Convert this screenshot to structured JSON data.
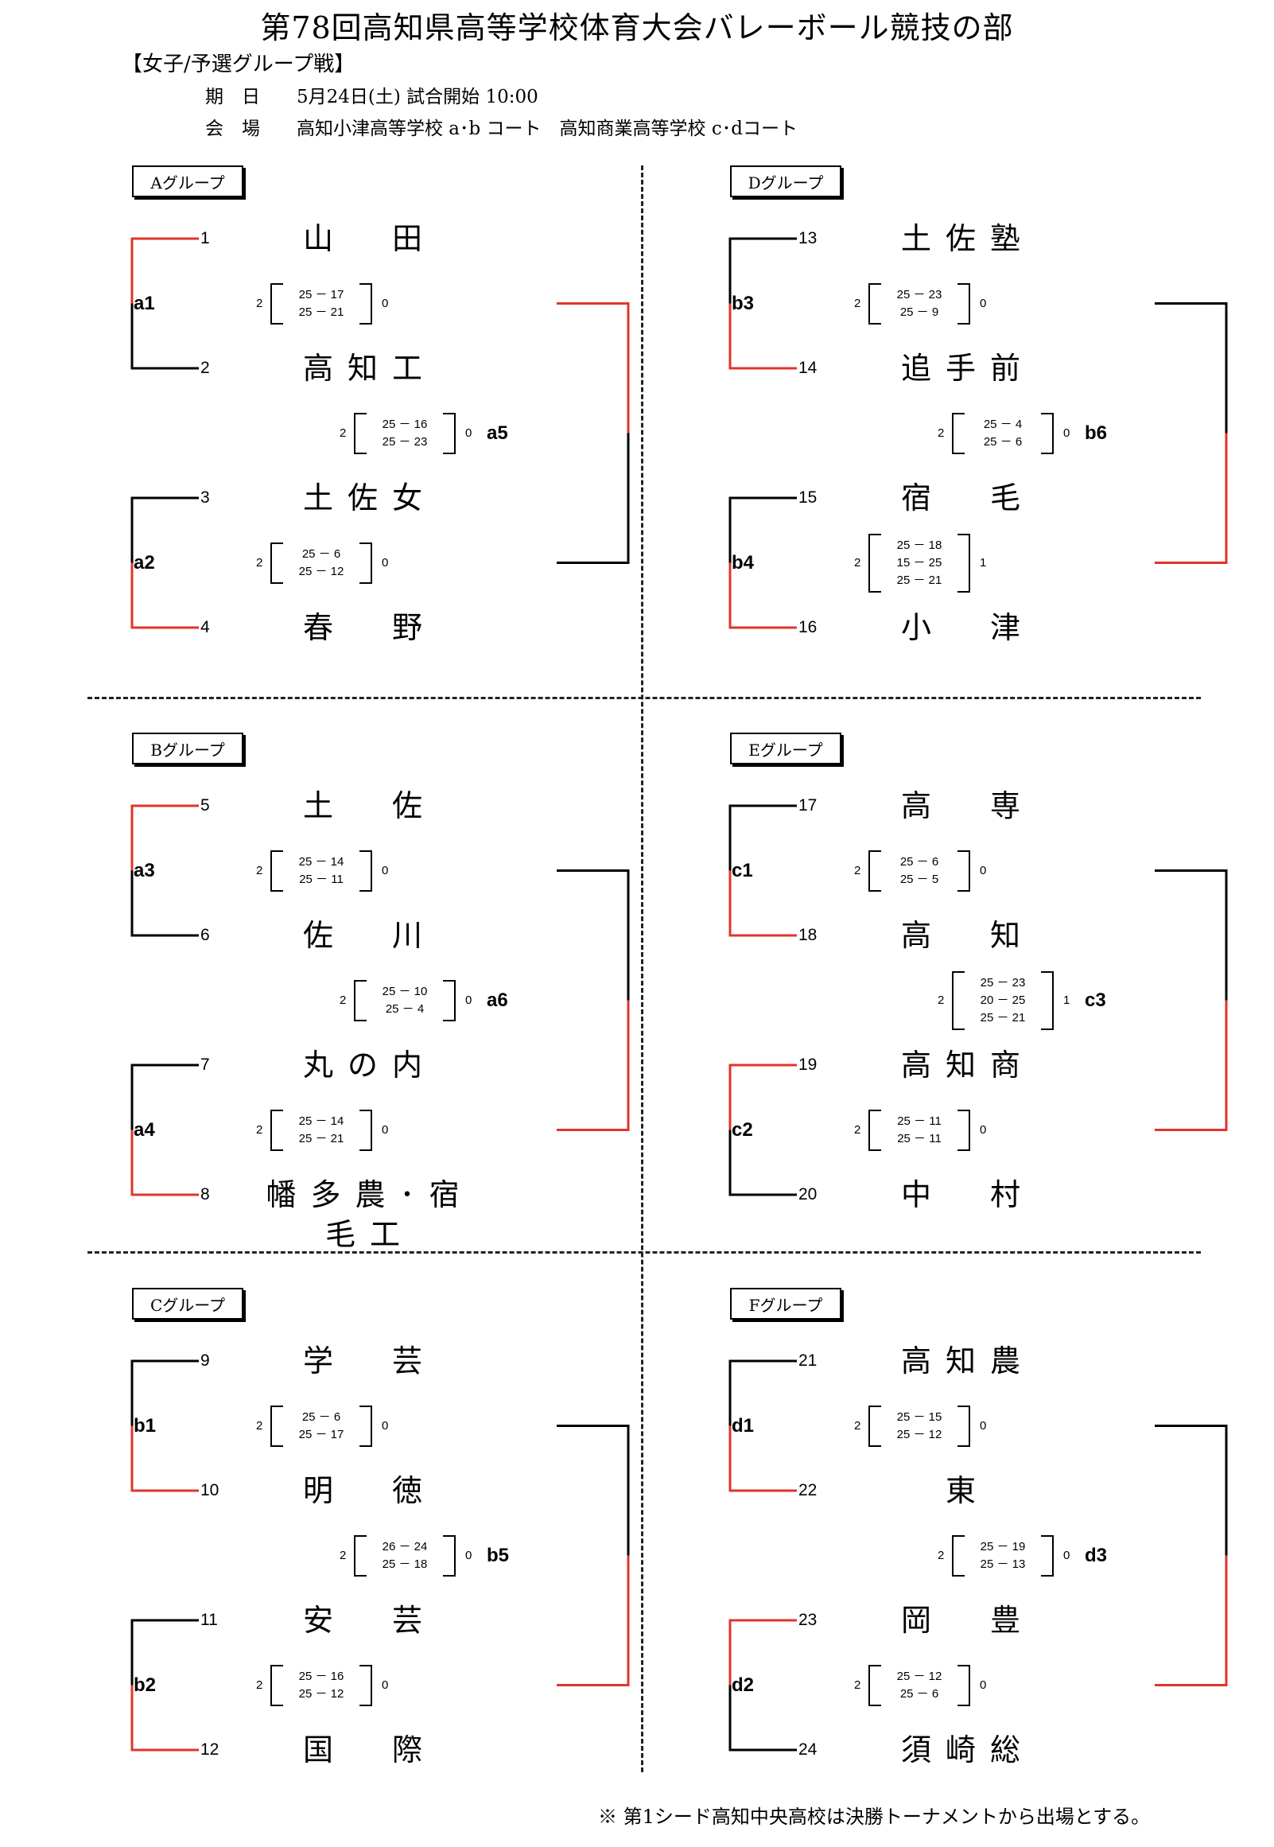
{
  "title": "第78回高知県高等学校体育大会バレーボール競技の部",
  "subtitle": "【女子/予選グループ戦】",
  "date_line": "期　日　　5月24日(土) 試合開始 10:00",
  "venue_line": "会　場　　高知小津高等学校 a･b コート　高知商業高等学校 c･dコート",
  "footnote": "※ 第1シード高知中央高校は決勝トーナメントから出場とする。",
  "colors": {
    "winner_line": "#e0352b",
    "line": "#000000"
  },
  "groups": [
    {
      "label": "Aグループ",
      "teams": [
        {
          "num": "1",
          "name": "山　田"
        },
        {
          "num": "2",
          "name": "高知工"
        },
        {
          "num": "3",
          "name": "土佐女"
        },
        {
          "num": "4",
          "name": "春　野"
        }
      ],
      "matches": {
        "m1": {
          "label": "a1",
          "sets": [
            "25 － 17",
            "25 － 21"
          ],
          "left": "2",
          "right": "0",
          "winner": "top"
        },
        "m2": {
          "label": "a2",
          "sets": [
            "25 － 6",
            "25 － 12"
          ],
          "left": "2",
          "right": "0",
          "winner": "bottom"
        },
        "m3": {
          "label": "a5",
          "sets": [
            "25 － 16",
            "25 － 23"
          ],
          "left": "2",
          "right": "0",
          "winner": "top"
        }
      }
    },
    {
      "label": "Dグループ",
      "teams": [
        {
          "num": "13",
          "name": "土佐塾"
        },
        {
          "num": "14",
          "name": "追手前"
        },
        {
          "num": "15",
          "name": "宿　毛"
        },
        {
          "num": "16",
          "name": "小　津"
        }
      ],
      "matches": {
        "m1": {
          "label": "b3",
          "sets": [
            "25 － 23",
            "25 － 9"
          ],
          "left": "2",
          "right": "0",
          "winner": "bottom"
        },
        "m2": {
          "label": "b4",
          "sets": [
            "25 － 18",
            "15 － 25",
            "25 － 21"
          ],
          "left": "2",
          "right": "1",
          "winner": "bottom"
        },
        "m3": {
          "label": "b6",
          "sets": [
            "25 － 4",
            "25 － 6"
          ],
          "left": "2",
          "right": "0",
          "winner": "bottom"
        }
      }
    },
    {
      "label": "Bグループ",
      "teams": [
        {
          "num": "5",
          "name": "土　佐"
        },
        {
          "num": "6",
          "name": "佐　川"
        },
        {
          "num": "7",
          "name": "丸の内"
        },
        {
          "num": "8",
          "name": "幡多農･宿毛工"
        }
      ],
      "matches": {
        "m1": {
          "label": "a3",
          "sets": [
            "25 － 14",
            "25 － 11"
          ],
          "left": "2",
          "right": "0",
          "winner": "top"
        },
        "m2": {
          "label": "a4",
          "sets": [
            "25 － 14",
            "25 － 21"
          ],
          "left": "2",
          "right": "0",
          "winner": "bottom"
        },
        "m3": {
          "label": "a6",
          "sets": [
            "25 － 10",
            "25 － 4"
          ],
          "left": "2",
          "right": "0",
          "winner": "bottom"
        }
      }
    },
    {
      "label": "Eグループ",
      "teams": [
        {
          "num": "17",
          "name": "高　専"
        },
        {
          "num": "18",
          "name": "高　知"
        },
        {
          "num": "19",
          "name": "高知商"
        },
        {
          "num": "20",
          "name": "中　村"
        }
      ],
      "matches": {
        "m1": {
          "label": "c1",
          "sets": [
            "25 － 6",
            "25 － 5"
          ],
          "left": "2",
          "right": "0",
          "winner": "bottom"
        },
        "m2": {
          "label": "c2",
          "sets": [
            "25 － 11",
            "25 － 11"
          ],
          "left": "2",
          "right": "0",
          "winner": "top"
        },
        "m3": {
          "label": "c3",
          "sets": [
            "25 － 23",
            "20 － 25",
            "25 － 21"
          ],
          "left": "2",
          "right": "1",
          "winner": "bottom"
        }
      }
    },
    {
      "label": "Cグループ",
      "teams": [
        {
          "num": "9",
          "name": "学　芸"
        },
        {
          "num": "10",
          "name": "明　徳"
        },
        {
          "num": "11",
          "name": "安　芸"
        },
        {
          "num": "12",
          "name": "国　際"
        }
      ],
      "matches": {
        "m1": {
          "label": "b1",
          "sets": [
            "25 － 6",
            "25 － 17"
          ],
          "left": "2",
          "right": "0",
          "winner": "bottom"
        },
        "m2": {
          "label": "b2",
          "sets": [
            "25 － 16",
            "25 － 12"
          ],
          "left": "2",
          "right": "0",
          "winner": "bottom"
        },
        "m3": {
          "label": "b5",
          "sets": [
            "26 － 24",
            "25 － 18"
          ],
          "left": "2",
          "right": "0",
          "winner": "bottom"
        }
      }
    },
    {
      "label": "Fグループ",
      "teams": [
        {
          "num": "21",
          "name": "高知農"
        },
        {
          "num": "22",
          "name": "東"
        },
        {
          "num": "23",
          "name": "岡　豊"
        },
        {
          "num": "24",
          "name": "須崎総"
        }
      ],
      "matches": {
        "m1": {
          "label": "d1",
          "sets": [
            "25 － 15",
            "25 － 12"
          ],
          "left": "2",
          "right": "0",
          "winner": "bottom"
        },
        "m2": {
          "label": "d2",
          "sets": [
            "25 － 12",
            "25 － 6"
          ],
          "left": "2",
          "right": "0",
          "winner": "top"
        },
        "m3": {
          "label": "d3",
          "sets": [
            "25 － 19",
            "25 － 13"
          ],
          "left": "2",
          "right": "0",
          "winner": "bottom"
        }
      }
    }
  ]
}
